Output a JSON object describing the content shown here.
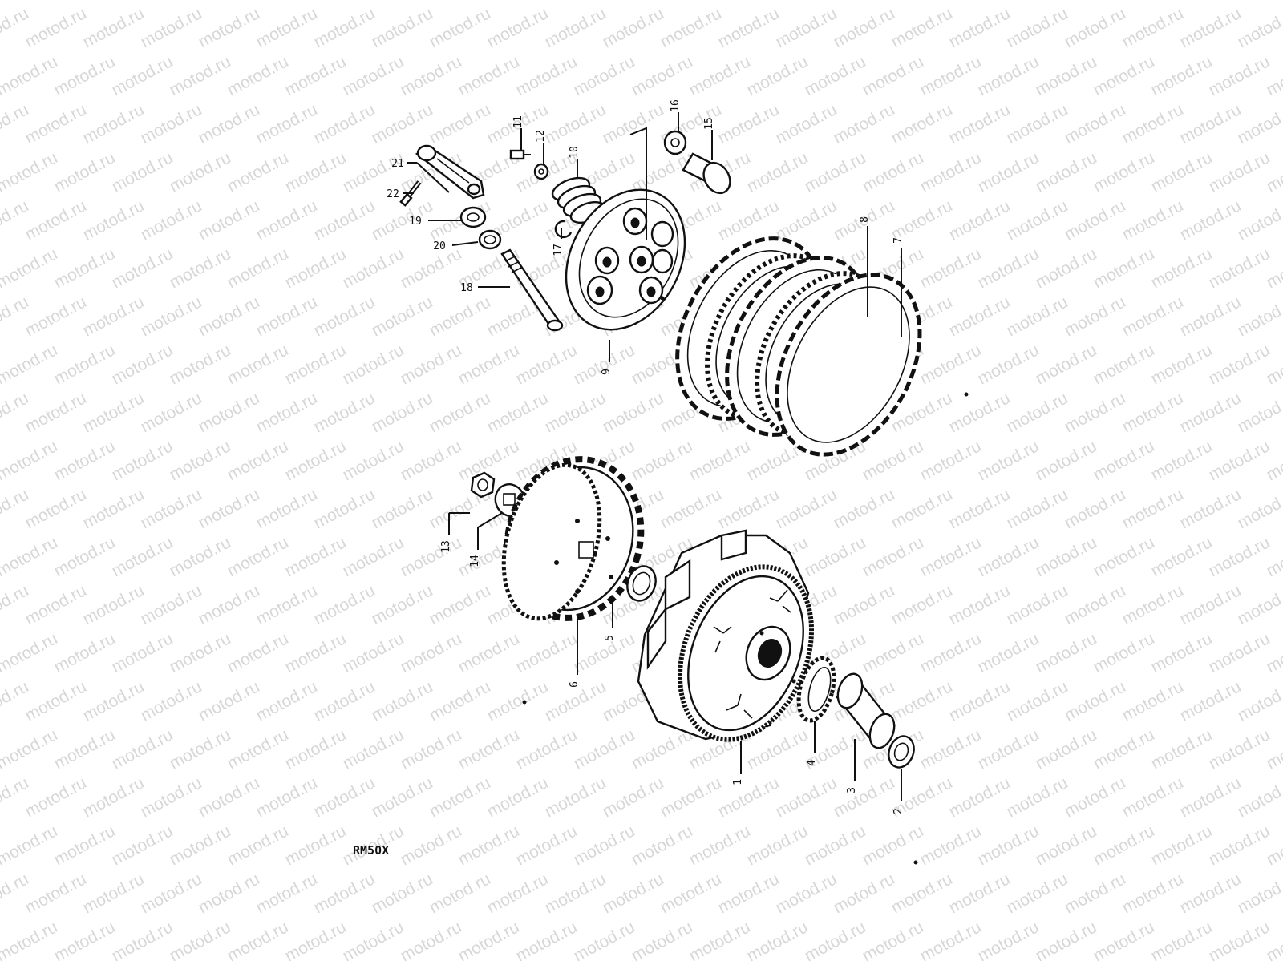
{
  "diagram": {
    "model_code": "RM50X",
    "watermark_text": "motod.ru",
    "ink_color": "#111111",
    "watermark_color": "#d7d7d7",
    "callouts": [
      {
        "id": "c1",
        "label": "1"
      },
      {
        "id": "c2",
        "label": "2"
      },
      {
        "id": "c3",
        "label": "3"
      },
      {
        "id": "c4",
        "label": "4"
      },
      {
        "id": "c5",
        "label": "5"
      },
      {
        "id": "c6",
        "label": "6"
      },
      {
        "id": "c7",
        "label": "7"
      },
      {
        "id": "c8",
        "label": "8"
      },
      {
        "id": "c9",
        "label": "9"
      },
      {
        "id": "c10",
        "label": "10"
      },
      {
        "id": "c11",
        "label": "11"
      },
      {
        "id": "c12",
        "label": "12"
      },
      {
        "id": "c13",
        "label": "13"
      },
      {
        "id": "c14",
        "label": "14"
      },
      {
        "id": "c15",
        "label": "15"
      },
      {
        "id": "c16",
        "label": "16"
      },
      {
        "id": "c17",
        "label": "17"
      },
      {
        "id": "c18",
        "label": "18"
      },
      {
        "id": "c19",
        "label": "19"
      },
      {
        "id": "c20",
        "label": "20"
      },
      {
        "id": "c21",
        "label": "21"
      },
      {
        "id": "c22",
        "label": "22"
      }
    ]
  }
}
